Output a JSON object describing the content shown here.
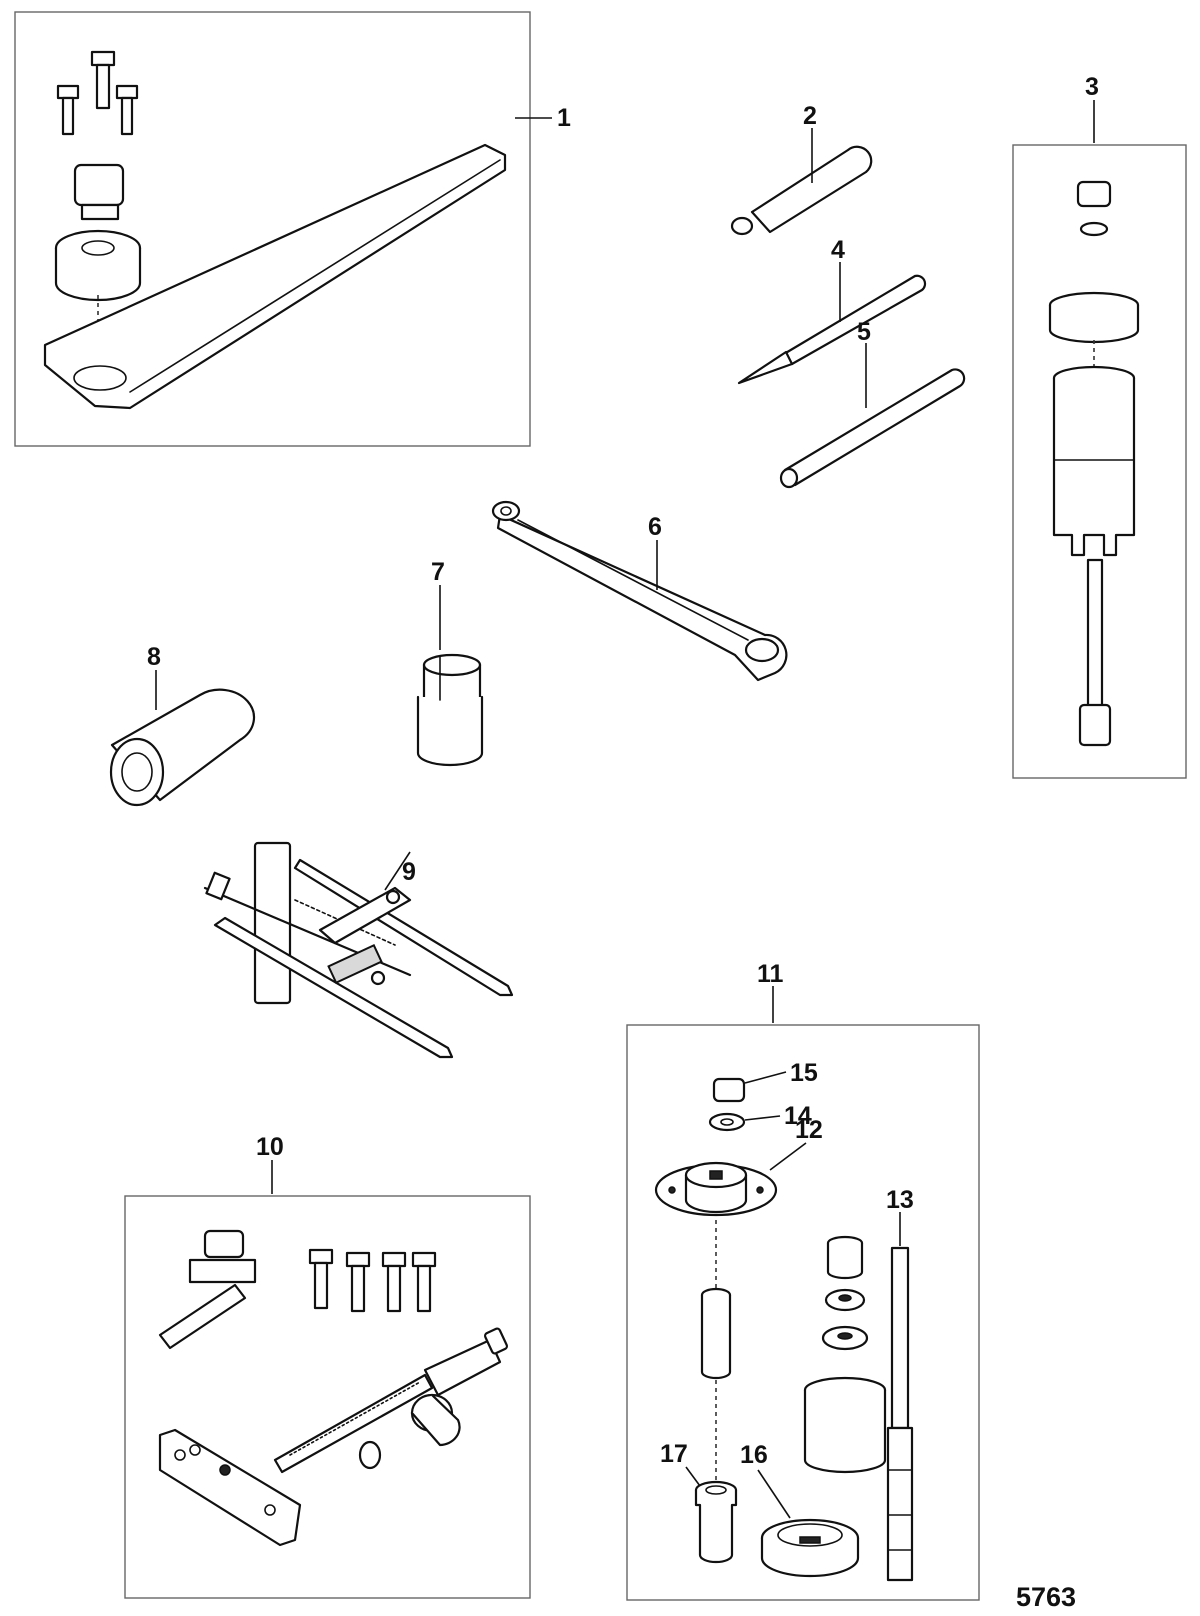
{
  "figure": {
    "id": "5763"
  },
  "callouts": [
    "1",
    "2",
    "3",
    "4",
    "5",
    "6",
    "7",
    "8",
    "9",
    "10",
    "11",
    "12",
    "13",
    "14",
    "15",
    "16",
    "17"
  ]
}
